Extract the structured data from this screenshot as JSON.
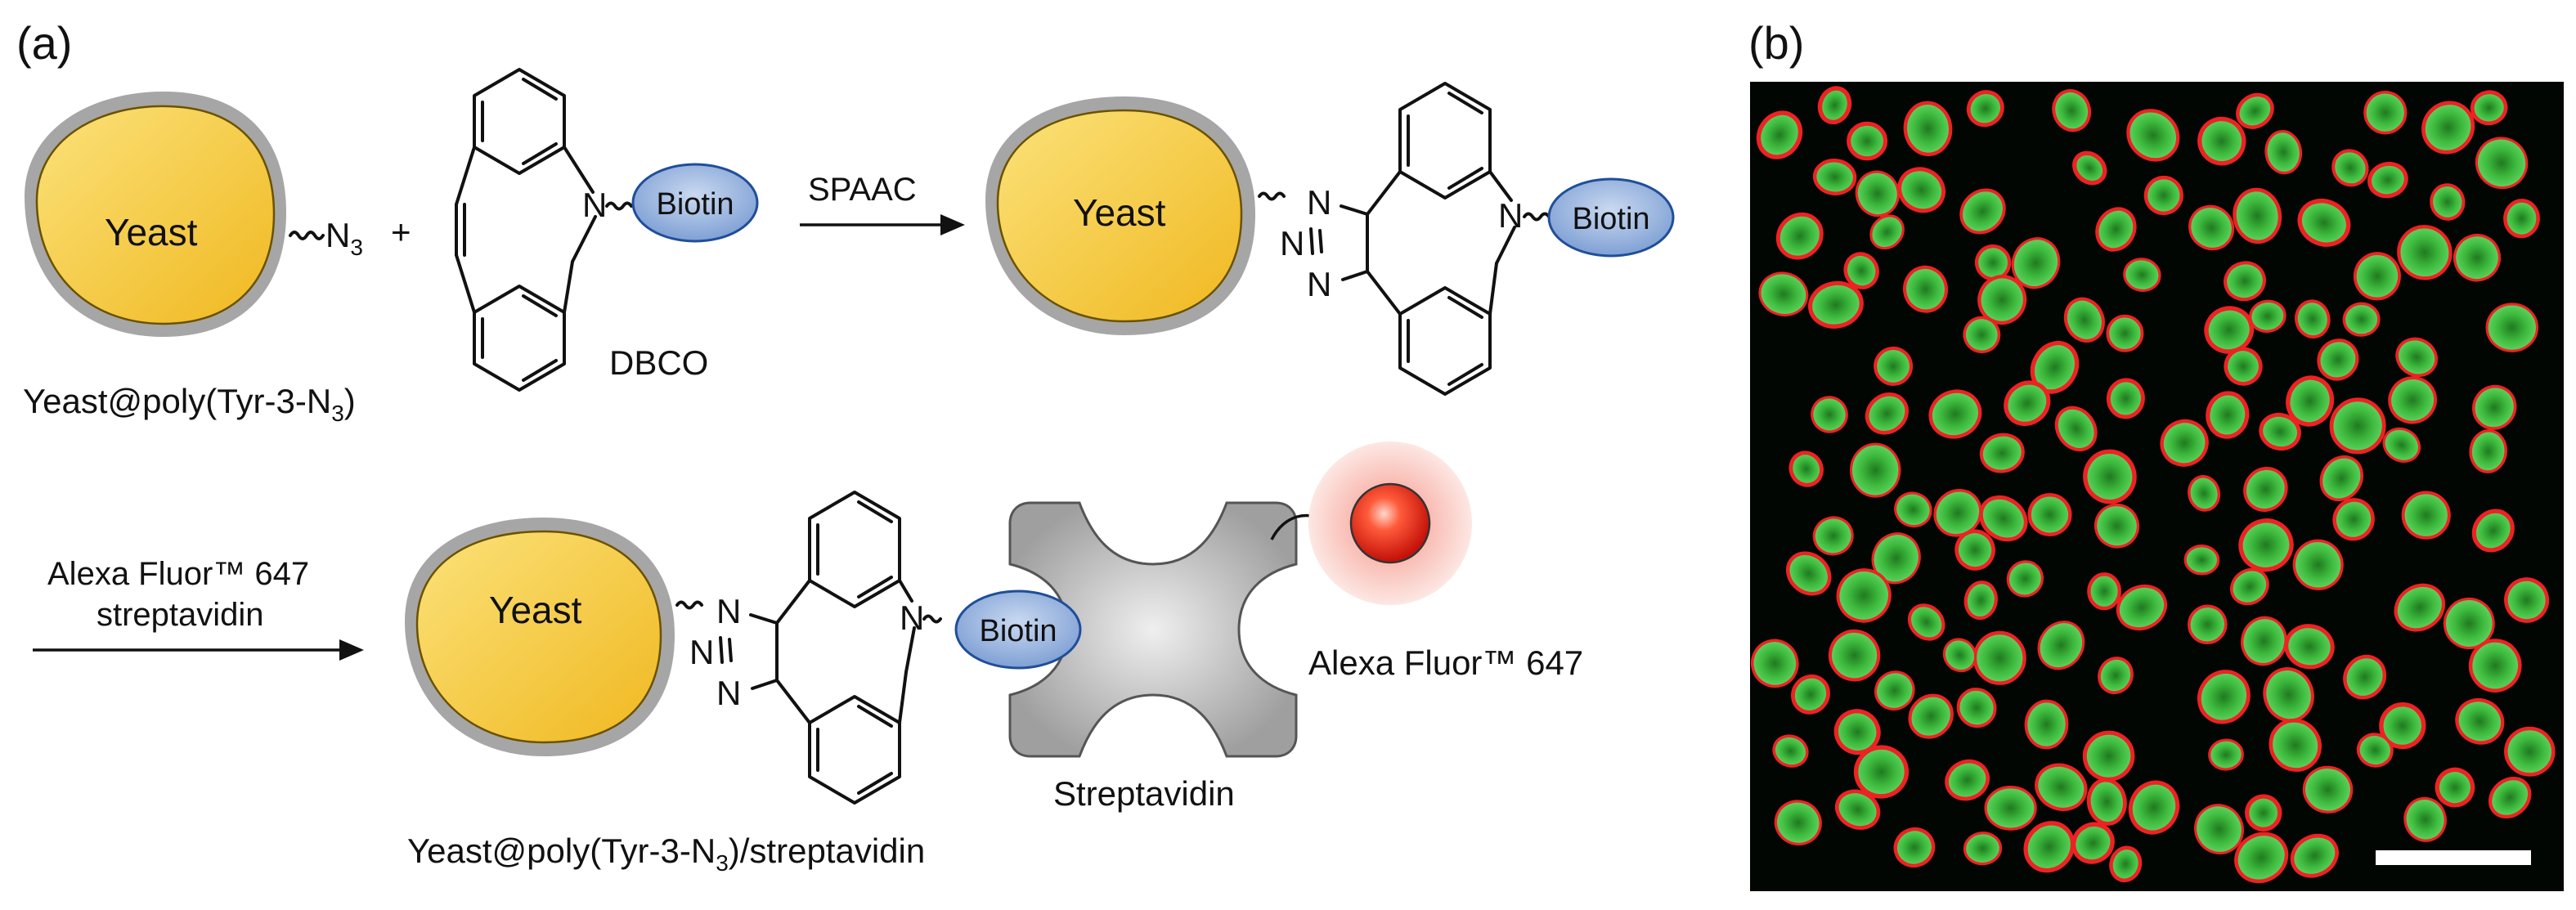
{
  "panel_a": {
    "label": "(a)",
    "row1": {
      "yeast_label": "Yeast",
      "azide_atom": "N",
      "azide_subscript": "3",
      "plus": "+",
      "dbco_n": "N",
      "dbco_biotin": "Biotin",
      "dbco_caption": "DBCO",
      "reactant_caption_pre": "Yeast@poly(Tyr-3-N",
      "reactant_caption_sub": "3",
      "reactant_caption_post": ")",
      "arrow_label": "SPAAC",
      "product_yeast_label": "Yeast",
      "product_n": "N",
      "product_biotin": "Biotin",
      "triazole_n": "N"
    },
    "row2": {
      "arrow_label_line1": "Alexa Fluor™ 647",
      "arrow_label_line2": "streptavidin",
      "yeast_label": "Yeast",
      "product_n": "N",
      "biotin": "Biotin",
      "triazole_n": "N",
      "streptavidin_caption": "Streptavidin",
      "fluor_caption": "Alexa Fluor™ 647",
      "bottom_caption_pre": "Yeast@poly(Tyr-3-N",
      "bottom_caption_sub": "3",
      "bottom_caption_post": ")/streptavidin"
    }
  },
  "panel_b": {
    "label": "(b)"
  },
  "colors": {
    "yeast_fill": "#f6cd45",
    "yeast_shell": "#a6a6a6",
    "biotin_fill": "#9ab6dd",
    "biotin_stroke": "#1f4e9a",
    "streptavidin": "#bcbcbc",
    "fluor_red": "#e8231a",
    "micrograph_bg": "#020602",
    "cell_green": "#3fbe3f",
    "cell_rim_red": "#ee2222",
    "scale_bar": "#ffffff"
  }
}
